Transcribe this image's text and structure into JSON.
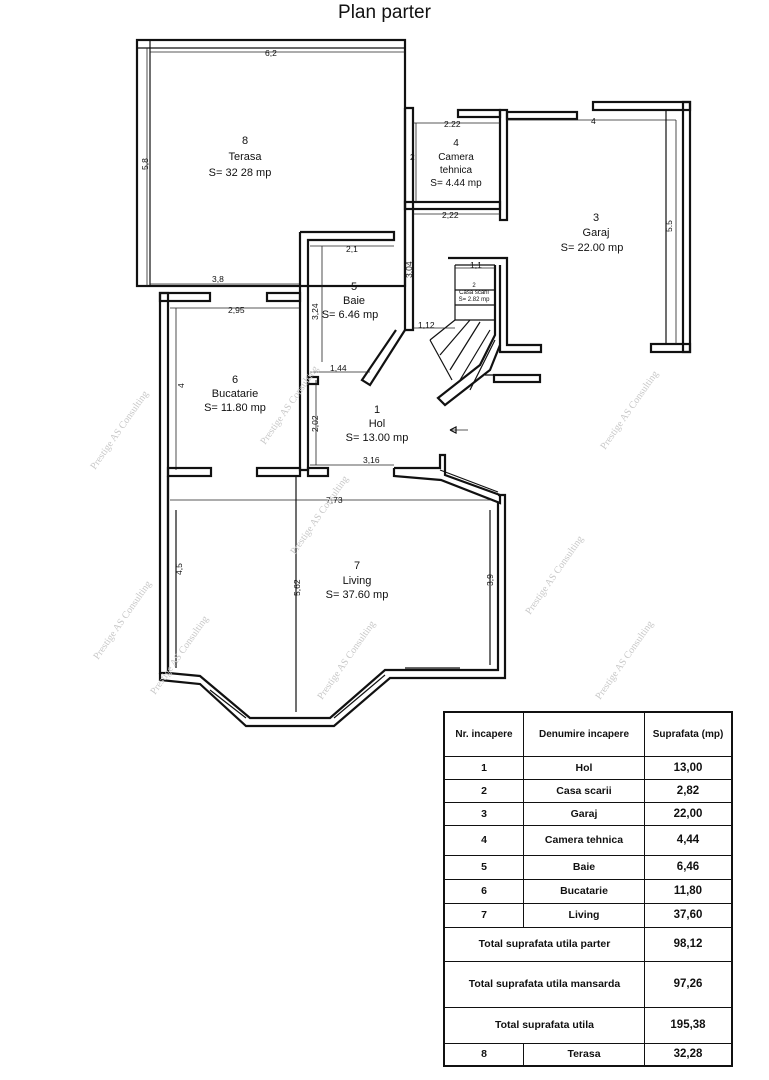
{
  "title": "Plan parter",
  "rooms": {
    "hol": {
      "nr": "1",
      "name": "Hol",
      "area": "S= 13.00 mp"
    },
    "casa_scarii": {
      "nr": "2",
      "name": "Casa scarii",
      "area": "S= 2.82 mp"
    },
    "garaj": {
      "nr": "3",
      "name": "Garaj",
      "area": "S= 22.00 mp"
    },
    "camera_tehnica": {
      "nr": "4",
      "name_1": "Camera",
      "name_2": "tehnica",
      "area": "S= 4.44 mp"
    },
    "baie": {
      "nr": "5",
      "name": "Baie",
      "area": "S= 6.46 mp"
    },
    "bucatarie": {
      "nr": "6",
      "name": "Bucatarie",
      "area": "S= 11.80 mp"
    },
    "living": {
      "nr": "7",
      "name": "Living",
      "area": "S= 37.60 mp"
    },
    "terasa": {
      "nr": "8",
      "name": "Terasa",
      "area": "S= 32 28 mp"
    }
  },
  "dimensions": {
    "terasa_width": "6,2",
    "terasa_height": "5,8",
    "terasa_bottom": "3,8",
    "camera_top": "2.22",
    "camera_height": "2",
    "camera_bottom": "2,22",
    "garaj_width": "4",
    "garaj_height": "5.5",
    "baie_width": "2,1",
    "baie_height": "3,24",
    "hol_vertical": "3,04",
    "stair_top": "1,1",
    "stair_side": "1,12",
    "buc_width": "2,95",
    "buc_height": "4",
    "baie_small": "1,44",
    "hol_height": "2,02",
    "hol_width": "3,16",
    "living_width": "7,73",
    "living_left": "4,5",
    "living_mid": "5,62",
    "living_right": "3,9"
  },
  "watermark": "Prestige AS Consulting",
  "table": {
    "headers": [
      "Nr. incapere",
      "Denumire incapere",
      "Suprafata (mp)"
    ],
    "rows": [
      {
        "nr": "1",
        "name": "Hol",
        "area": "13,00"
      },
      {
        "nr": "2",
        "name": "Casa scarii",
        "area": "2,82"
      },
      {
        "nr": "3",
        "name": "Garaj",
        "area": "22,00"
      },
      {
        "nr": "4",
        "name": "Camera tehnica",
        "area": "4,44"
      },
      {
        "nr": "5",
        "name": "Baie",
        "area": "6,46"
      },
      {
        "nr": "6",
        "name": "Bucatarie",
        "area": "11,80"
      },
      {
        "nr": "7",
        "name": "Living",
        "area": "37,60"
      }
    ],
    "total_parter": {
      "label": "Total suprafata utila parter",
      "area": "98,12"
    },
    "total_mansarda": {
      "label": "Total suprafata utila mansarda",
      "area": "97,26"
    },
    "total_utila": {
      "label": "Total suprafata utila",
      "area": "195,38"
    },
    "terasa": {
      "nr": "8",
      "name": "Terasa",
      "area": "32,28"
    }
  }
}
